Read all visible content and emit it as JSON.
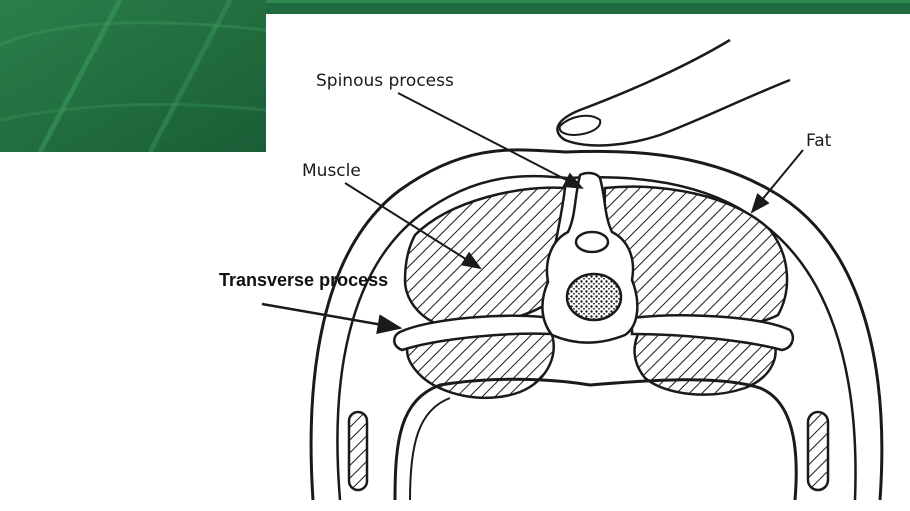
{
  "labels": {
    "spinous_process": "Spinous process",
    "fat": "Fat",
    "muscle": "Muscle",
    "transverse_process": "Transverse process"
  },
  "colors": {
    "banner_green": "#1f6a3e",
    "banner_light": "#2f8a50",
    "ink": "#1a1a1a"
  }
}
